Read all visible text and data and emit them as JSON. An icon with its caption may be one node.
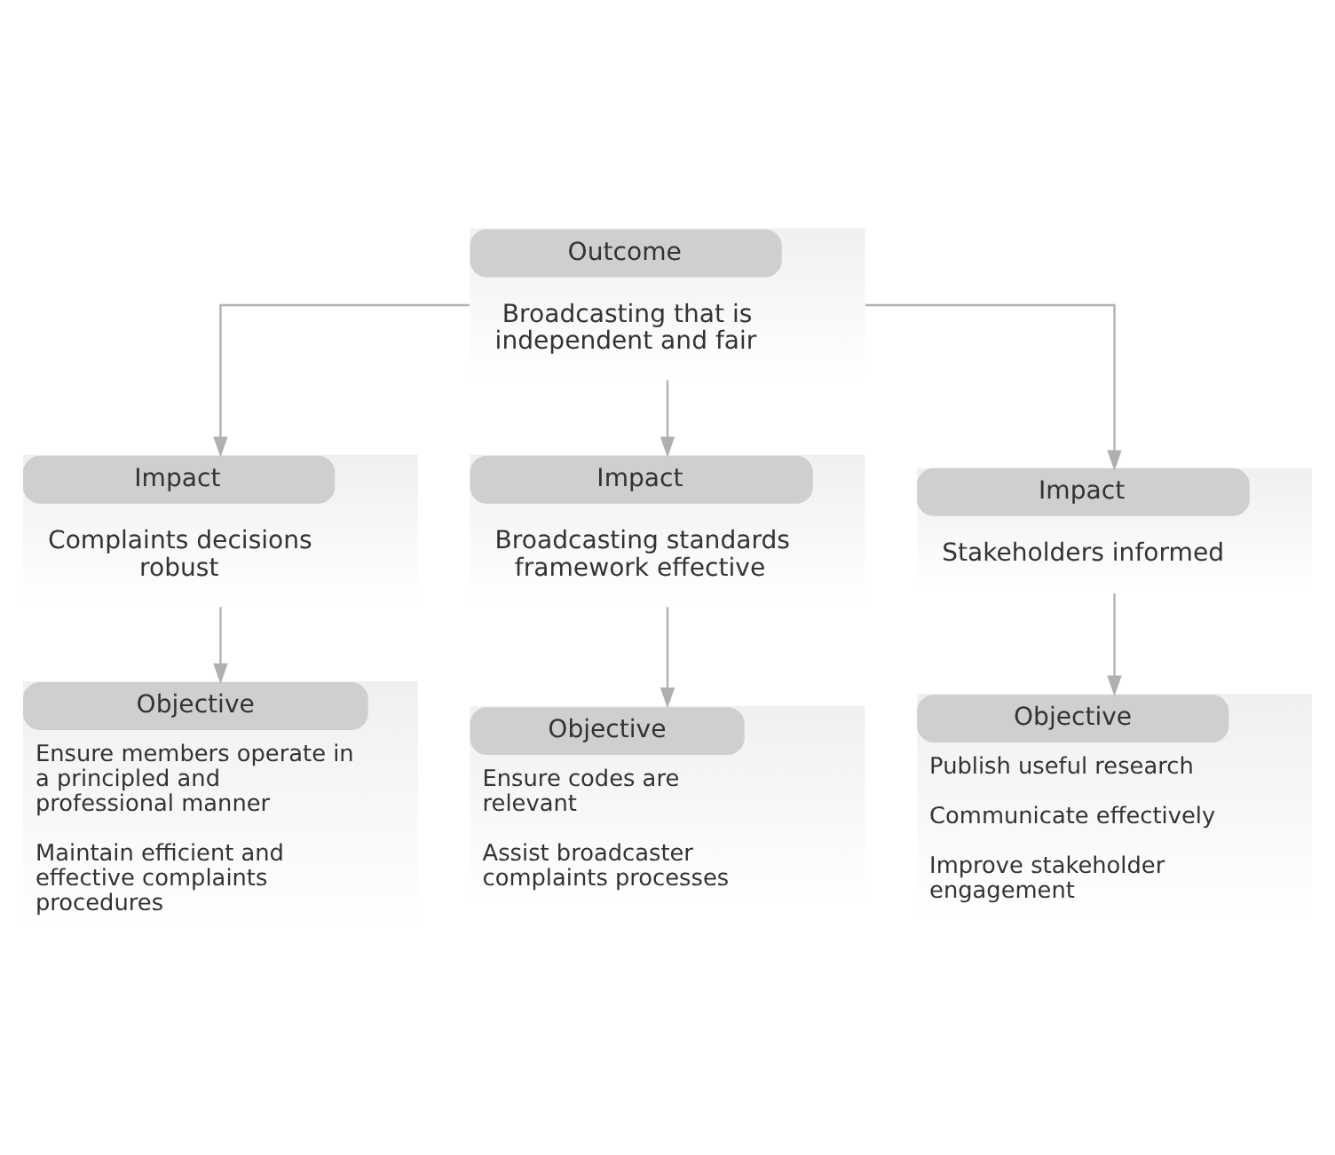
{
  "diagram": {
    "nodes": [
      {
        "text": [
          "Outcome",
          "Broadcasting that is independent and fair"
        ]
      },
      {
        "text": [
          "Impact",
          "Complaints decisions robust"
        ]
      },
      {
        "text": [
          "Impact",
          "Broadcasting standards framework effective"
        ]
      },
      {
        "text": [
          "Impact",
          "Stakeholders informed"
        ]
      },
      {
        "text": [
          "Objective",
          "Ensure members operate in a principled and professional manner",
          "Maintain efficient and effective complaints procedures"
        ]
      },
      {
        "text": [
          "Objective",
          "Ensure codes are relevant",
          "Assist broadcaster complaints processes"
        ]
      },
      {
        "text": [
          "Objective",
          "Publish useful research",
          "Communicate effectively",
          "Improve stakeholder engagement"
        ]
      }
    ],
    "edges": [
      {
        "from": 0,
        "to": 1,
        "arrow": "to"
      },
      {
        "from": 0,
        "to": 2,
        "arrow": "to"
      },
      {
        "from": 0,
        "to": 3,
        "arrow": "to"
      },
      {
        "from": 1,
        "to": 4,
        "arrow": "to"
      },
      {
        "from": 2,
        "to": 5,
        "arrow": "to"
      },
      {
        "from": 3,
        "to": 6,
        "arrow": "to"
      }
    ]
  }
}
